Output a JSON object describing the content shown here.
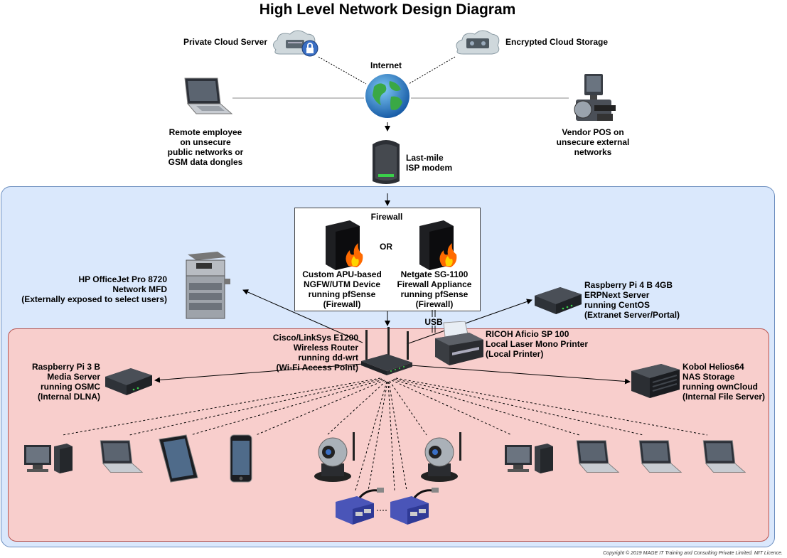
{
  "title": "High Level Network Design Diagram",
  "internet": {
    "label": "Internet"
  },
  "private_cloud": {
    "label": "Private Cloud Server"
  },
  "encrypted_storage": {
    "label": "Encrypted Cloud Storage"
  },
  "remote_employee": {
    "lines": [
      "Remote employee",
      "on unsecure",
      "public networks or",
      "GSM data dongles"
    ]
  },
  "vendor_pos": {
    "lines": [
      "Vendor POS on",
      "unsecure external",
      "networks"
    ]
  },
  "isp_modem": {
    "lines": [
      "Last-mile",
      "ISP modem"
    ]
  },
  "firewall": {
    "title": "Firewall",
    "or_label": "OR",
    "option_a": {
      "lines": [
        "Custom APU-based",
        "NGFW/UTM Device",
        "running pfSense",
        "(Firewall)"
      ]
    },
    "option_b": {
      "lines": [
        "Netgate SG-1100",
        "Firewall Appliance",
        "running pfSense",
        "(Firewall)"
      ]
    }
  },
  "mfd": {
    "lines": [
      "HP OfficeJet Pro 8720",
      "Network MFD",
      "(Externally exposed to select users)"
    ]
  },
  "erp_server": {
    "lines": [
      "Raspberry Pi 4 B 4GB",
      "ERPNext Server",
      "running CentOS",
      "(Extranet Server/Portal)"
    ]
  },
  "router": {
    "lines": [
      "Cisco/LinkSys E1200",
      "Wireless Router",
      "running dd-wrt",
      "(Wi-Fi Access Point)"
    ]
  },
  "usb": {
    "label": "USB"
  },
  "printer": {
    "lines": [
      "RICOH Aficio SP 100",
      "Local Laser Mono Printer",
      "(Local Printer)"
    ]
  },
  "media_server": {
    "lines": [
      "Raspberry Pi 3 B",
      "Media Server",
      "running OSMC",
      "(Internal DLNA)"
    ]
  },
  "nas": {
    "lines": [
      "Kobol Helios64",
      "NAS Storage",
      "running ownCloud",
      "(Internal File Server)"
    ]
  },
  "copyright": "Copyright © 2019 MAGE IT Training and Consulting Private Limited. MIT Licence.",
  "colors": {
    "dmz_fill": "#dae8fc",
    "dmz_stroke": "#6c8ebf",
    "lan_fill": "#f8cecc",
    "lan_stroke": "#b85450"
  }
}
